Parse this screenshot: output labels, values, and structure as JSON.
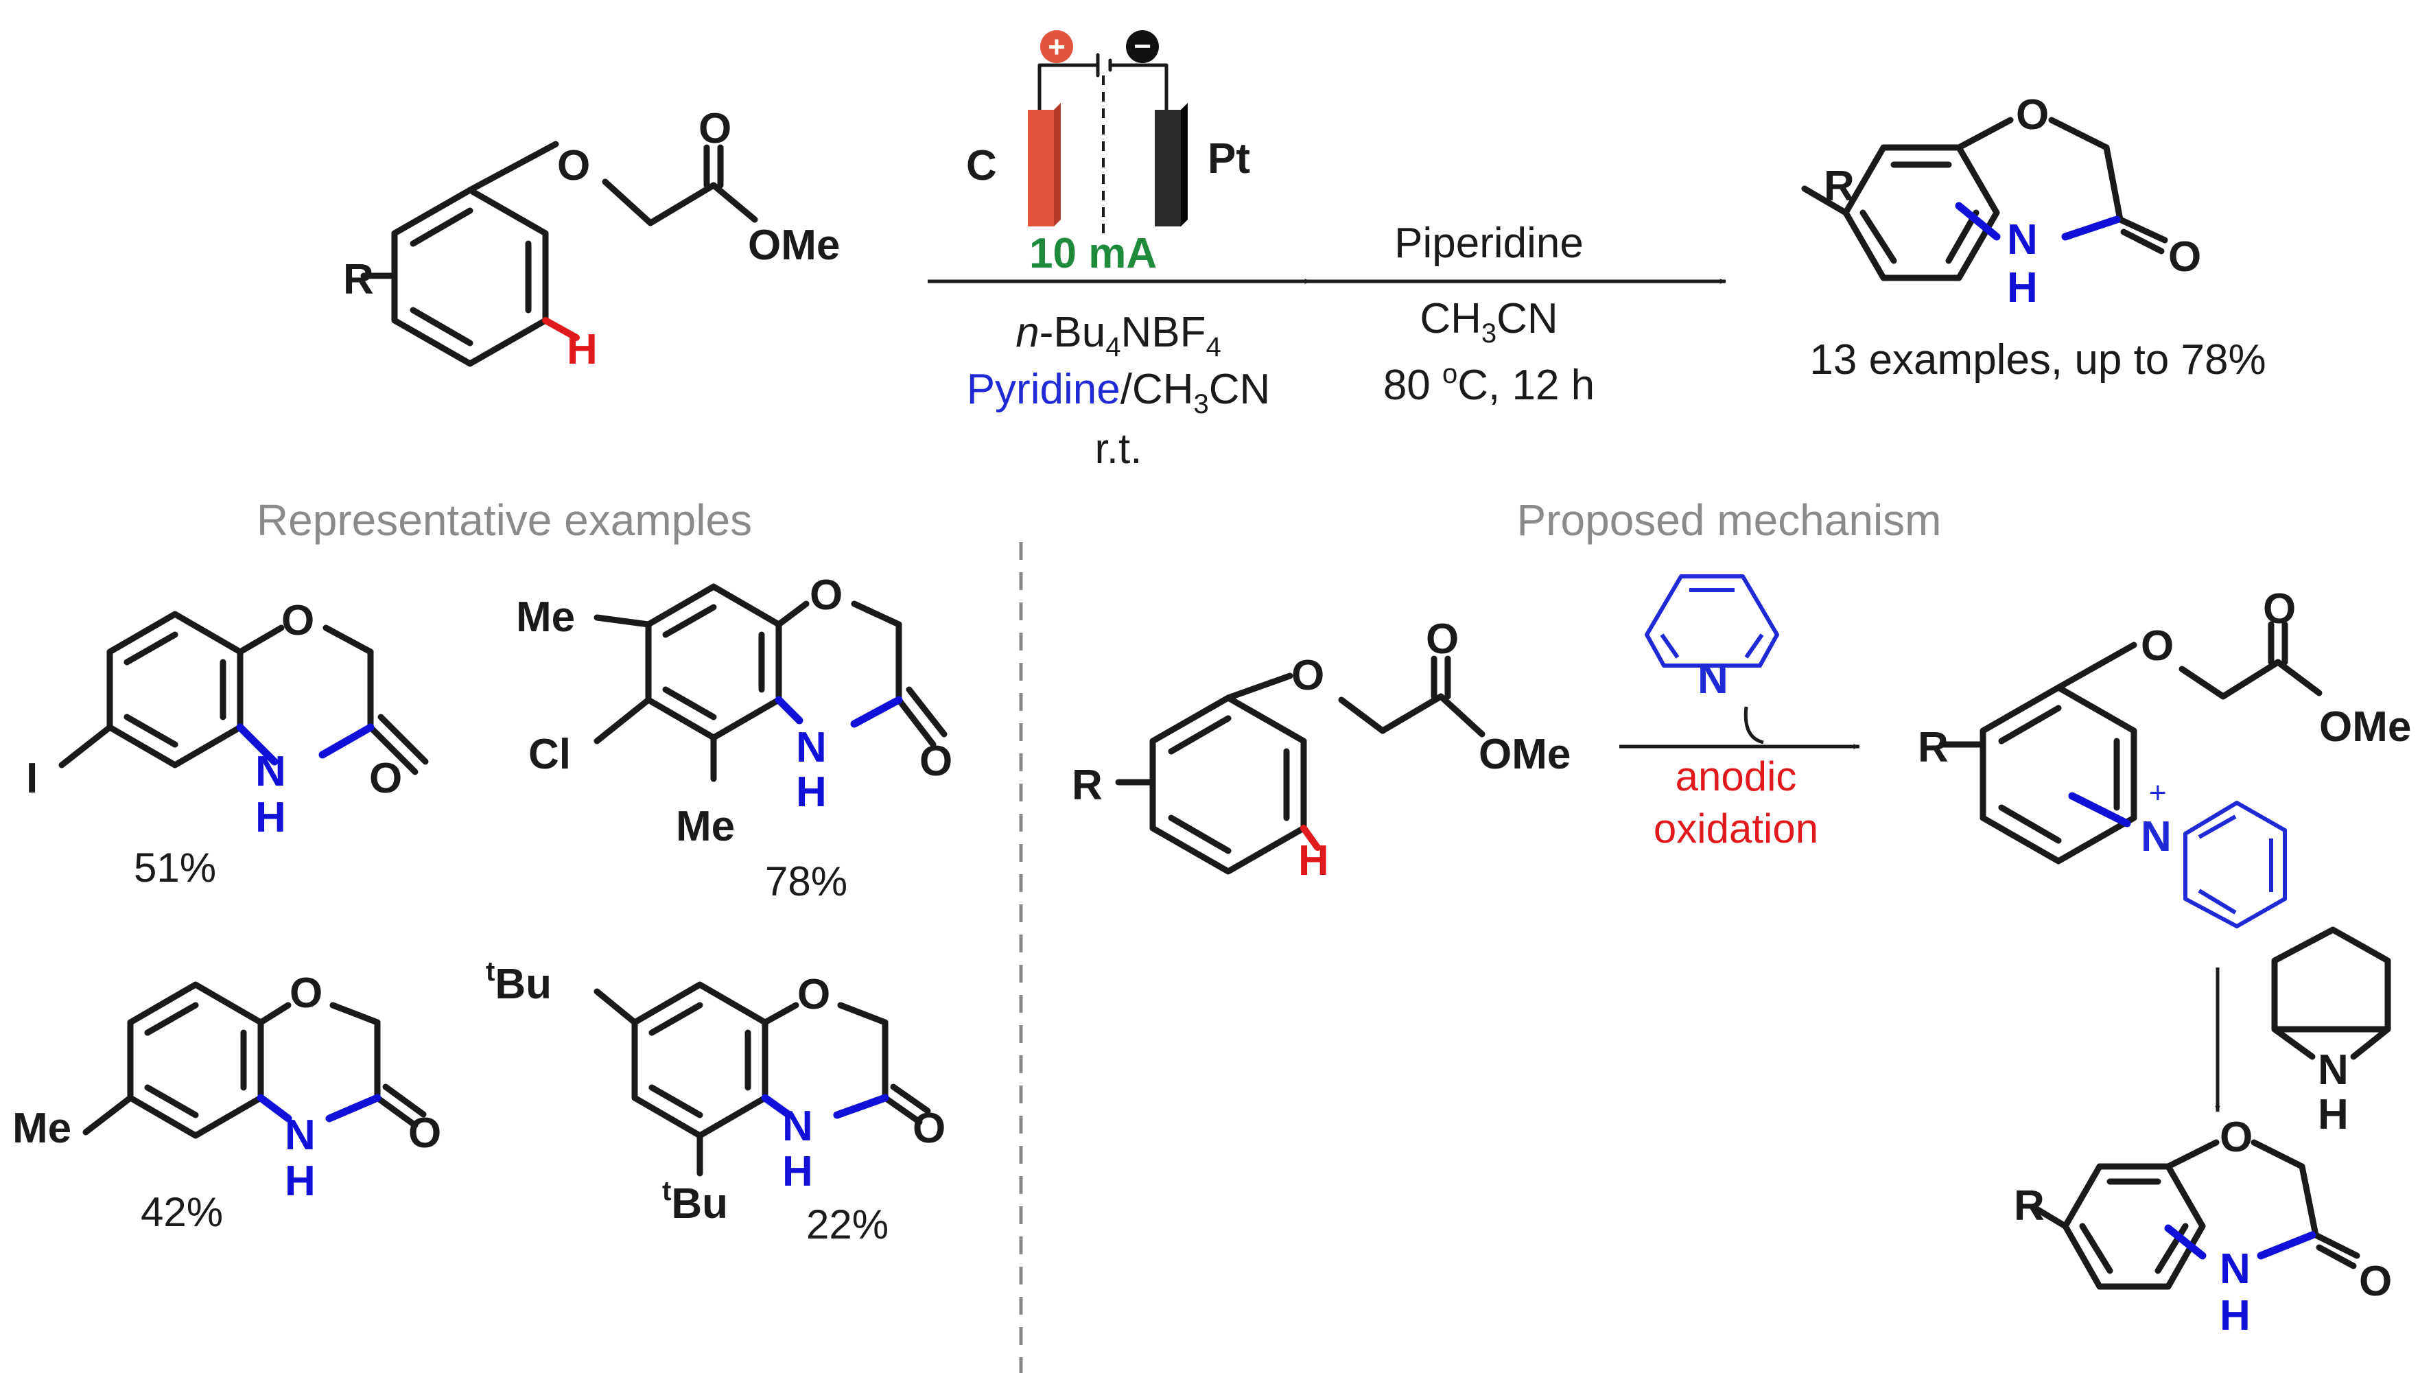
{
  "colors": {
    "bond": "#1a1a1a",
    "new_bond": "#1010d8",
    "ch_bond": "#e0191c",
    "current": "#1f8a3c",
    "heading": "#8a8a8a",
    "anode": "#e2553c",
    "cathode": "#2a2a2a"
  },
  "top_scheme": {
    "substrate": {
      "R": "R",
      "O": "O",
      "carbonyl_O": "O",
      "OMe": "OMe",
      "H": "H"
    },
    "cell": {
      "anode": "C",
      "cathode": "Pt",
      "plus": "+",
      "minus": "−",
      "current": "10 mA"
    },
    "step1": {
      "electrolyte_prefix": "n",
      "electrolyte_rest": "-Bu",
      "sub4": "4",
      "nbf": "NBF",
      "sub4b": "4",
      "pyridine": "Pyridine",
      "solvent_rest": "/CH",
      "sub3": "3",
      "cn": "CN",
      "temp": "r.t."
    },
    "step2": {
      "reagent": "Piperidine",
      "ch": "CH",
      "sub3": "3",
      "cn": "CN",
      "temp": "80 ",
      "deg": "o",
      "temp_rest": "C, 12 h"
    },
    "product": {
      "R": "R",
      "O": "O",
      "NH_N": "N",
      "NH_H": "H",
      "carbonyl_O": "O"
    },
    "scope": "13 examples, up to 78%"
  },
  "examples": {
    "heading": "Representative examples",
    "items": [
      {
        "substituent": "I",
        "yield": "51%"
      },
      {
        "substituent_1": "Me",
        "substituent_2": "Cl",
        "substituent_3": "Me",
        "yield": "78%"
      },
      {
        "substituent": "Me",
        "yield": "42%"
      },
      {
        "substituent_sup": "t",
        "substituent_base": "Bu",
        "substituent_sup_2": "t",
        "substituent_base_2": "Bu",
        "yield": "22%"
      }
    ],
    "ring_O": "O",
    "ring_N": "N",
    "ring_H": "H",
    "carbonyl_O": "O"
  },
  "mechanism": {
    "heading": "Proposed mechanism",
    "reagent_N": "N",
    "arrow_label_1": "anodic",
    "arrow_label_2": "oxidation",
    "intermediate_charge": "+",
    "intermediate_N": "N",
    "piperidine_N": "N",
    "piperidine_H": "H",
    "R": "R",
    "O": "O",
    "OMe": "OMe",
    "H": "H"
  }
}
